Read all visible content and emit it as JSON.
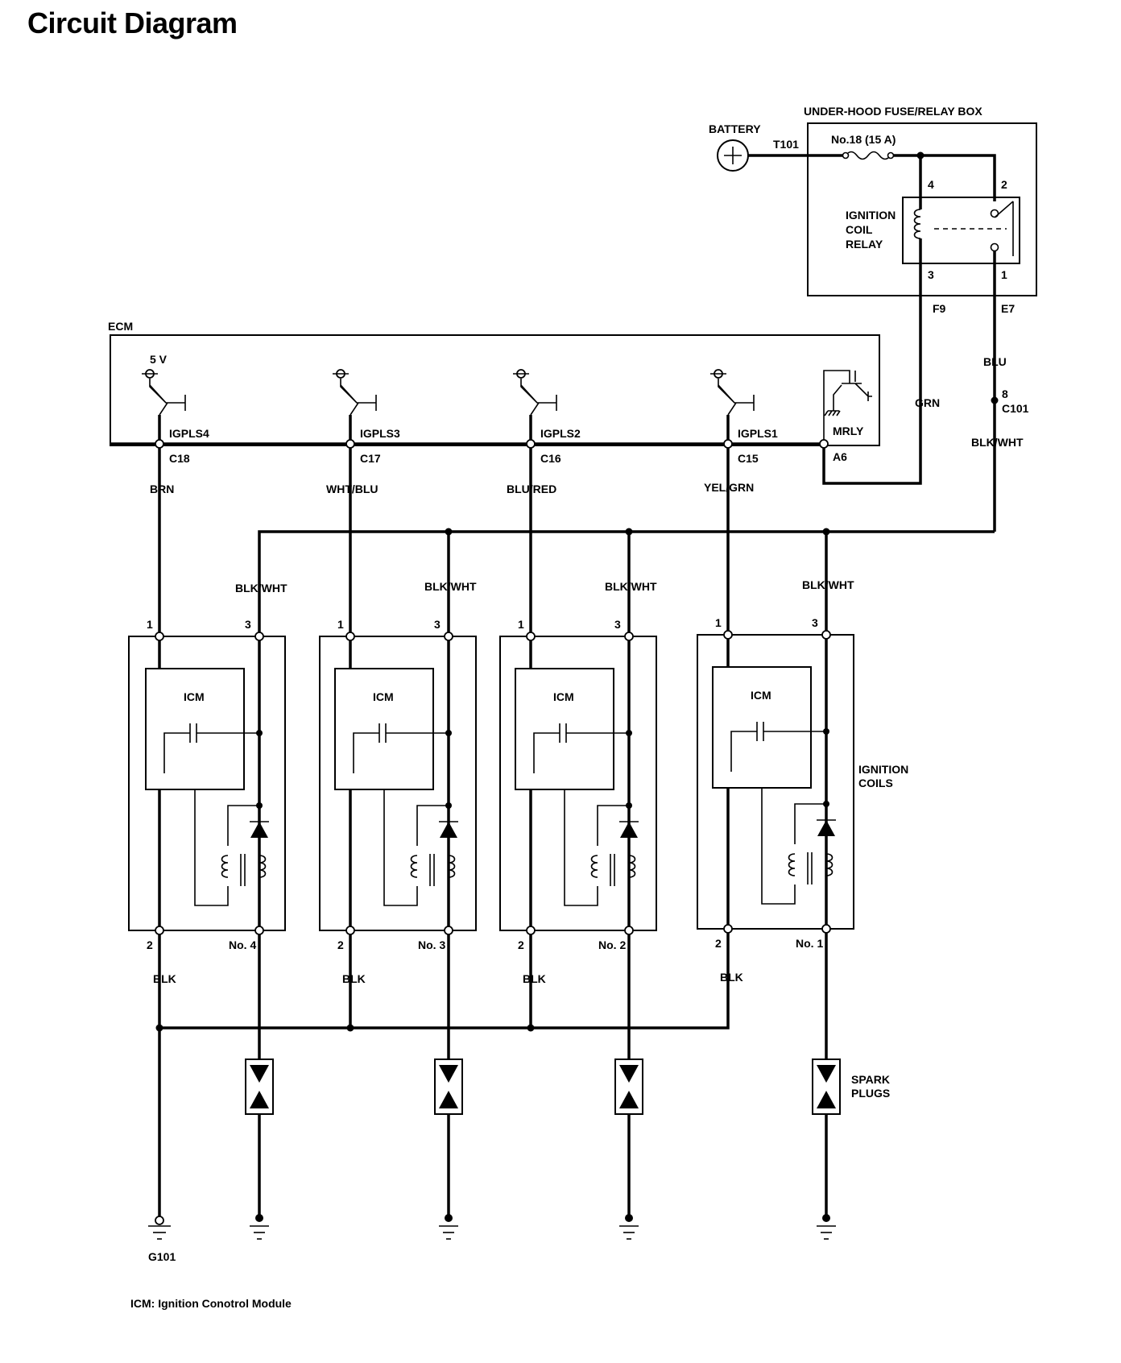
{
  "title": "Circuit Diagram",
  "footnote": "ICM: Ignition Conotrol Module",
  "battery": {
    "label": "BATTERY",
    "terminal": "T101"
  },
  "fuse_box": {
    "label": "UNDER-HOOD FUSE/RELAY BOX",
    "fuse": "No.18 (15 A)",
    "relay_lines": [
      "IGNITION",
      "COIL",
      "RELAY"
    ],
    "pins": {
      "p4": "4",
      "p2": "2",
      "p3": "3",
      "p1": "1"
    },
    "conn_f": "F9",
    "conn_e": "E7"
  },
  "wires": {
    "grn": "GRN",
    "blu": "BLU",
    "blk_wht": "BLK/WHT",
    "blk": "BLK"
  },
  "c101": {
    "pin": "8",
    "label": "C101"
  },
  "ecm": {
    "label": "ECM",
    "supply": "5 V",
    "mrly": "MRLY",
    "a6": "A6",
    "outputs": [
      {
        "signal": "IGPLS4",
        "connector": "C18",
        "wire": "BRN"
      },
      {
        "signal": "IGPLS3",
        "connector": "C17",
        "wire": "WHT/BLU"
      },
      {
        "signal": "IGPLS2",
        "connector": "C16",
        "wire": "BLU/RED"
      },
      {
        "signal": "IGPLS1",
        "connector": "C15",
        "wire": "YEL/GRN"
      }
    ]
  },
  "coils": [
    {
      "name": "No. 4",
      "icm": "ICM",
      "pin1": "1",
      "pin2": "2",
      "pin3": "3"
    },
    {
      "name": "No. 3",
      "icm": "ICM",
      "pin1": "1",
      "pin2": "2",
      "pin3": "3"
    },
    {
      "name": "No. 2",
      "icm": "ICM",
      "pin1": "1",
      "pin2": "2",
      "pin3": "3"
    },
    {
      "name": "No. 1",
      "icm": "ICM",
      "pin1": "1",
      "pin2": "2",
      "pin3": "3"
    }
  ],
  "ignition_coils_label": [
    "IGNITION",
    "COILS"
  ],
  "spark_plugs_label": [
    "SPARK",
    "PLUGS"
  ],
  "ground": "G101"
}
